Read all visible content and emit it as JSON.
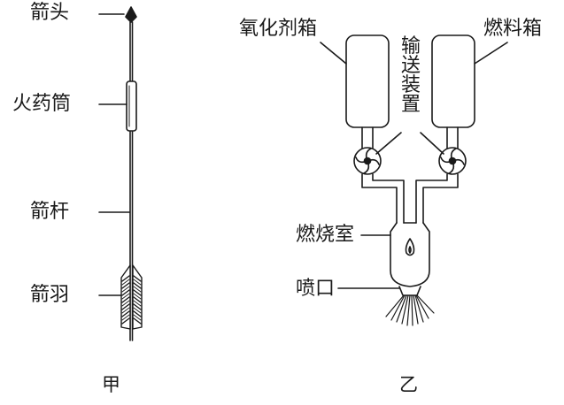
{
  "left_diagram": {
    "labels": {
      "arrow_head": "箭头",
      "powder_tube": "火药筒",
      "shaft": "箭杆",
      "feather": "箭羽"
    },
    "caption": "甲"
  },
  "right_diagram": {
    "labels": {
      "oxidizer_tank": "氧化剂箱",
      "fuel_tank": "燃料箱",
      "transfer_device": "输送装置",
      "combustion_chamber": "燃烧室",
      "nozzle": "喷口"
    },
    "caption": "乙"
  },
  "colors": {
    "ink": "#1a1a1a",
    "paper": "#ffffff"
  }
}
